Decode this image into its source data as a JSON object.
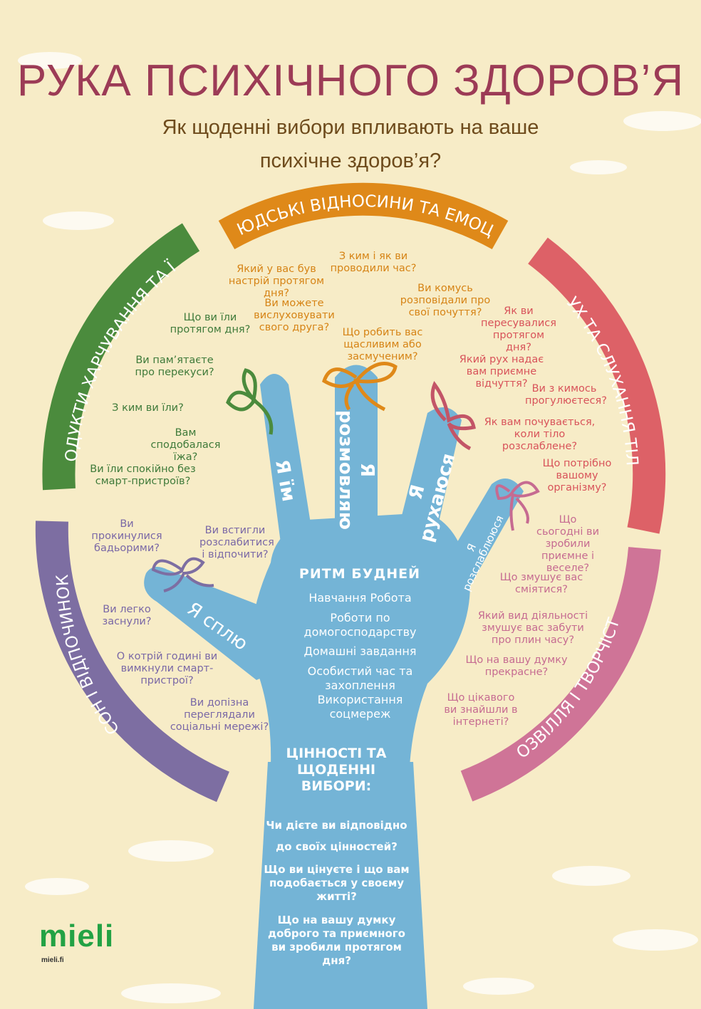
{
  "header": {
    "title": "РУКА ПСИХІЧНОГО ЗДОРОВ’Я",
    "subtitle_line1": "Як щоденні вибори впливають на ваше",
    "subtitle_line2": "психічне здоров’я?"
  },
  "colors": {
    "background": "#f7ecc7",
    "title": "#9c3b56",
    "hand": "#74b4d6",
    "green": "#4b8b3d",
    "orange": "#df8919",
    "red": "#dd6167",
    "purple": "#7d6ea2",
    "pink": "#cf7497",
    "logo": "#23a244"
  },
  "ring": {
    "green": "ПРОДУКТИ ХАРЧУВАННЯ ТА ЇЖА",
    "orange": "ЛЮДСЬКІ ВІДНОСИНИ ТА ЕМОЦІЇ",
    "red": "РУХ ТА СЛУХАННЯ ТІЛА",
    "purple": "СОН І ВІДПОЧИНОК",
    "pink": "ДОЗВІЛЛЯ І ТВОРЧІСТЬ"
  },
  "fingers": {
    "eat": "Я їм",
    "talk": "Я розмовляю",
    "move": "Я рухаюся",
    "relax": "Я розслаблююся",
    "sleep": "Я сплю"
  },
  "questions": {
    "orange": [
      "Який у вас був настрій протягом дня?",
      "З ким і як ви проводили час?",
      "Ви можете вислуховувати свого друга?",
      "Ви комусь розповідали про свої почуття?",
      "Що робить вас щасливим або засмученим?"
    ],
    "green": [
      "Що ви їли протягом дня?",
      "Ви пам’ятаєте про перекуси?",
      "З ким ви їли?",
      "Вам сподобалася їжа?",
      "Ви їли спокійно без смарт-пристроїв?"
    ],
    "red": [
      "Як ви пересувалися протягом дня?",
      "Який рух надає вам приємне відчуття?",
      "Ви з кимось прогулюєтеся?",
      "Як вам почувається, коли тіло розслаблене?",
      "Що потрібно вашому організму?"
    ],
    "purple": [
      "Ви прокинулися бадьорими?",
      "Ви встигли розслабитися і відпочити?",
      "Ви легко заснули?",
      "О котрій годині ви вимкнули смарт-пристрої?",
      "Ви допізна переглядали соціальні мережі?"
    ],
    "pink": [
      "Що сьогодні ви зробили приємне і веселе?",
      "Що змушує вас сміятися?",
      "Який вид діяльності змушує вас забути про плин часу?",
      "Що на вашу думку прекрасне?",
      "Що цікавого ви знайшли в інтернеті?"
    ]
  },
  "palm": {
    "heading": "РИТМ БУДНЕЙ",
    "items": [
      "Навчання Робота",
      "Роботи по домогосподарству",
      "Домашні завдання",
      "Особистий час та захоплення Використання соцмереж"
    ]
  },
  "values": {
    "heading": "ЦІННОСТІ ТА ЩОДЕННІ ВИБОРИ:",
    "q1": "Чи дієте ви відповідно",
    "q2": "до своїх цінностей?",
    "q3": "Що ви цінуєте і що вам подобається у своєму житті?",
    "q4": "Що на вашу думку доброго та приємного ви зробили протягом дня?"
  },
  "brand": {
    "logo": "mieli",
    "site": "mieli.fi"
  }
}
